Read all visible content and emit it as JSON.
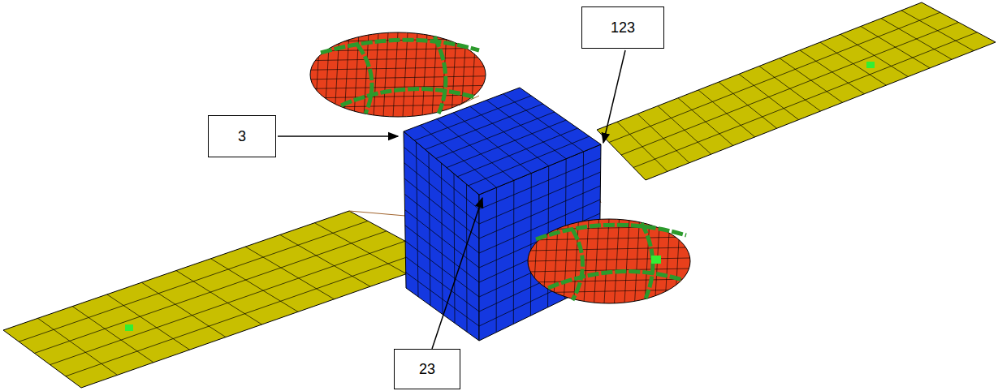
{
  "diagram": {
    "nodes": [
      {
        "text": [
          "123"
        ]
      },
      {
        "text": [
          "3"
        ]
      },
      {
        "text": [
          "23"
        ]
      }
    ]
  }
}
